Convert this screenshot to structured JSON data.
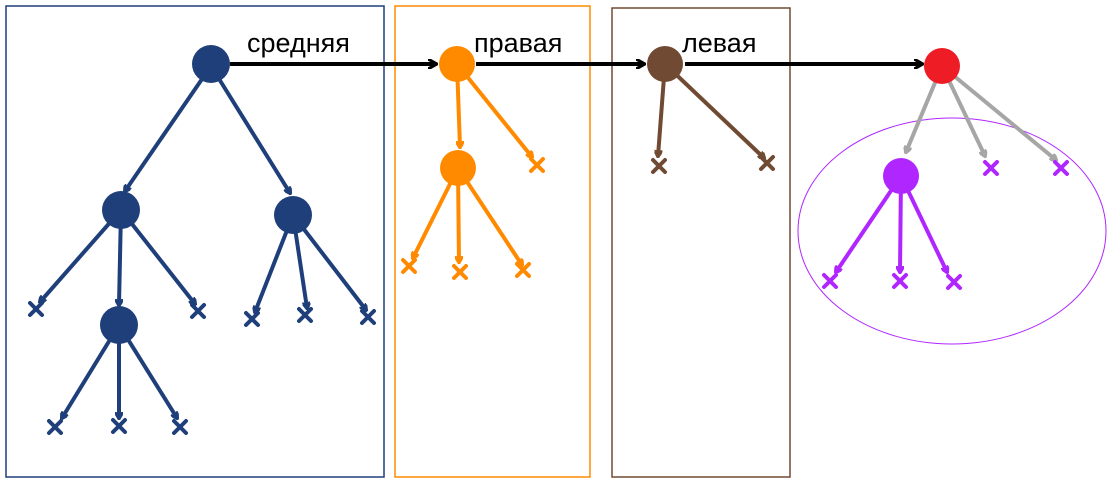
{
  "labels": {
    "middle": "средняя",
    "right": "правая",
    "left": "левая"
  },
  "colors": {
    "blue": "#1F3F7A",
    "orange": "#FF8A00",
    "brown": "#704A33",
    "red": "#EE1C25",
    "gray": "#A6A6A6",
    "purple": "#B026FF",
    "black": "#000000"
  }
}
